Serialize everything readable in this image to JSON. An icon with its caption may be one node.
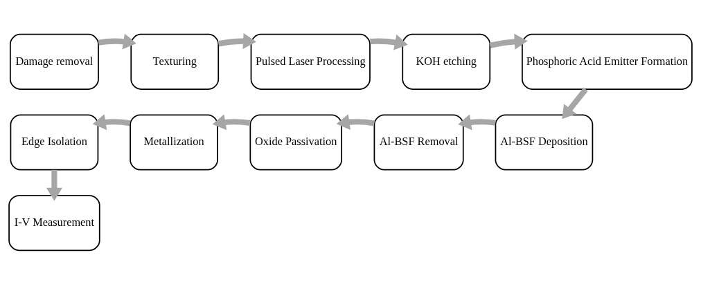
{
  "diagram": {
    "nodes": [
      {
        "text": [
          "Damage removal"
        ]
      },
      {
        "text": [
          "Texturing"
        ]
      },
      {
        "text": [
          "Pulsed Laser Processing"
        ]
      },
      {
        "text": [
          "KOH etching"
        ]
      },
      {
        "text": [
          "Phosphoric Acid Emitter Formation"
        ]
      },
      {
        "text": [
          "Al-BSF Deposition"
        ]
      },
      {
        "text": [
          "Al-BSF Removal"
        ]
      },
      {
        "text": [
          "Oxide Passivation"
        ]
      },
      {
        "text": [
          "Metallization"
        ]
      },
      {
        "text": [
          "Edge Isolation"
        ]
      },
      {
        "text": [
          "I-V Measurement"
        ]
      }
    ],
    "edges": [
      {
        "from": 0,
        "to": 1,
        "arrow": "to"
      },
      {
        "from": 1,
        "to": 2,
        "arrow": "to"
      },
      {
        "from": 2,
        "to": 3,
        "arrow": "to"
      },
      {
        "from": 3,
        "to": 4,
        "arrow": "to"
      },
      {
        "from": 4,
        "to": 5,
        "arrow": "to"
      },
      {
        "from": 5,
        "to": 6,
        "arrow": "to"
      },
      {
        "from": 6,
        "to": 7,
        "arrow": "to"
      },
      {
        "from": 7,
        "to": 8,
        "arrow": "to"
      },
      {
        "from": 8,
        "to": 9,
        "arrow": "to"
      },
      {
        "from": 9,
        "to": 10,
        "arrow": "to"
      }
    ]
  }
}
